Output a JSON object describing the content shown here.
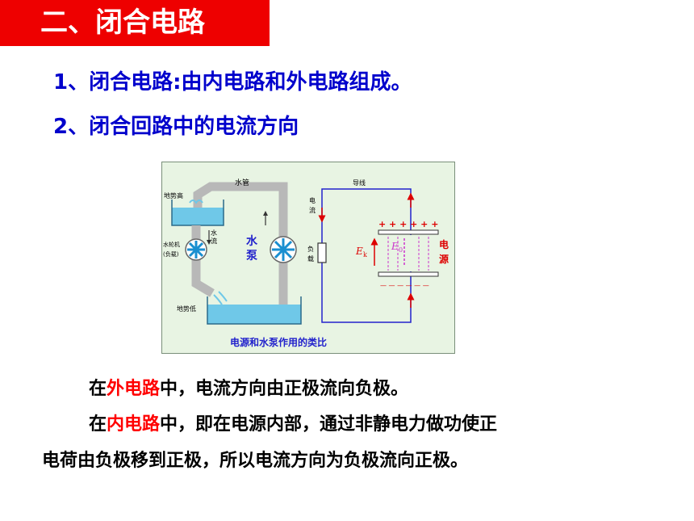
{
  "slide": {
    "title": "二、闭合电路",
    "points": [
      "1、闭合电路:由内电路和外电路组成。",
      "2、闭合回路中的电流方向"
    ]
  },
  "figure": {
    "caption": "电源和水泵作用的类比",
    "labels": {
      "water_pipe": "水管",
      "high_level": "地势高",
      "turbine": "水轮机",
      "turbine_load": "(负载)",
      "water_flow_1": "水",
      "water_flow_2": "流",
      "pump_1": "水",
      "pump_2": "泵",
      "low_level": "地势低",
      "wire": "导线",
      "current_1": "电",
      "current_2": "流",
      "load_1": "负",
      "load_2": "载",
      "source_1": "电",
      "source_2": "源",
      "plus_signs": "+ + + + + +",
      "minus_signs": "— — — — — —",
      "ek": "E",
      "ek_sub": "k",
      "e0": "E",
      "e0_sub": "0"
    },
    "colors": {
      "water": "#6fc8e8",
      "pipe": "#b8b8b8",
      "circuit": "#2222cc",
      "red": "#dd0000",
      "field": "#cc33cc"
    }
  },
  "paragraphs": {
    "line1": {
      "before": "在",
      "highlight": "外电路",
      "after": "中，电流方向由正极流向负极。"
    },
    "line2": {
      "before": "在",
      "highlight": "内电路",
      "after": "中，即在电源内部，通过非静电力做功使正"
    },
    "line3": "电荷由负极移到正极，所以电流方向为负极流向正极。"
  }
}
